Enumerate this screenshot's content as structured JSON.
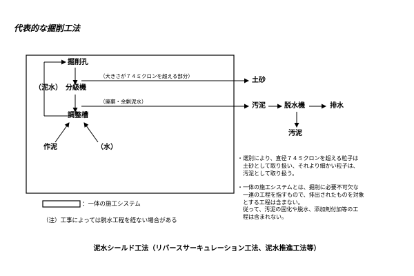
{
  "title": "代表的な掘削工法",
  "nodes": {
    "kussaku": "掘削孔",
    "deisui": "（泥水）",
    "bunkyu": "分級機",
    "chosei": "調整槽",
    "sakudei": "作泥",
    "mizu": "（水）",
    "dosha": "土砂",
    "odei1": "汚泥",
    "dassui": "脱水機",
    "haisui": "排水",
    "odei2": "汚泥"
  },
  "edges": {
    "large_particles": "（大きさが７４ミクロンを超える部分）",
    "waste_mud": "（廃棄・余剰泥水）"
  },
  "legend": {
    "label": "：一体の施工システム",
    "note": "（注）工事によっては脱水工程を経ない場合がある"
  },
  "notes": [
    [
      "・選別により、直径７４ミクロンを超える粒子は",
      "　土砂として取り扱い、それより細かい粒子は、",
      "　汚泥として取り扱う。"
    ],
    [
      "・一体の施工システムとは、掘削に必要不可欠な",
      "　一連の工程を指すもので、排出されたものを対象",
      "　とする工程は含まない。",
      "　従って、汚泥の固化や脱水、添加剤付加等の工",
      "　程は含まれない。"
    ]
  ],
  "caption": "泥水シールド工法（リバースサーキュレーション工法、泥水推進工法等）"
}
